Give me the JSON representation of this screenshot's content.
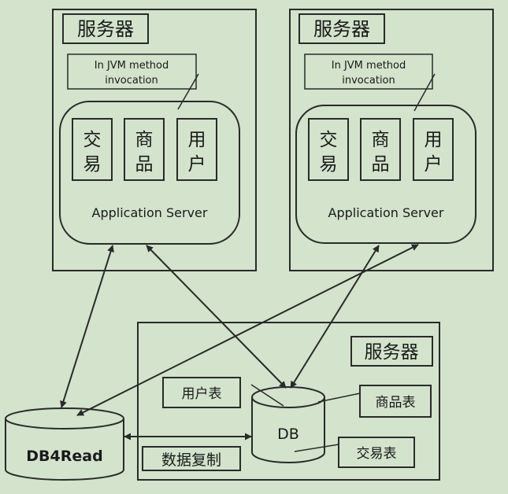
{
  "server_left": {
    "title": "服务器",
    "note_line1": "In JVM method",
    "note_line2": "invocation",
    "modules": [
      {
        "line1": "交",
        "line2": "易"
      },
      {
        "line1": "商",
        "line2": "品"
      },
      {
        "line1": "用",
        "line2": "户"
      }
    ],
    "app_label": "Application Server"
  },
  "server_right": {
    "title": "服务器",
    "note_line1": "In JVM method",
    "note_line2": "invocation",
    "modules": [
      {
        "line1": "交",
        "line2": "易"
      },
      {
        "line1": "商",
        "line2": "品"
      },
      {
        "line1": "用",
        "line2": "户"
      }
    ],
    "app_label": "Application Server"
  },
  "db_server": {
    "title": "服务器",
    "db_label": "DB",
    "tables": [
      "用户表",
      "商品表",
      "交易表"
    ]
  },
  "read_db": {
    "label": "DB4Read"
  },
  "replication_label": "数据复制",
  "colors": {
    "background": "#d3e3cc",
    "stroke": "#2a2a2a",
    "text": "#1a1a1a"
  }
}
